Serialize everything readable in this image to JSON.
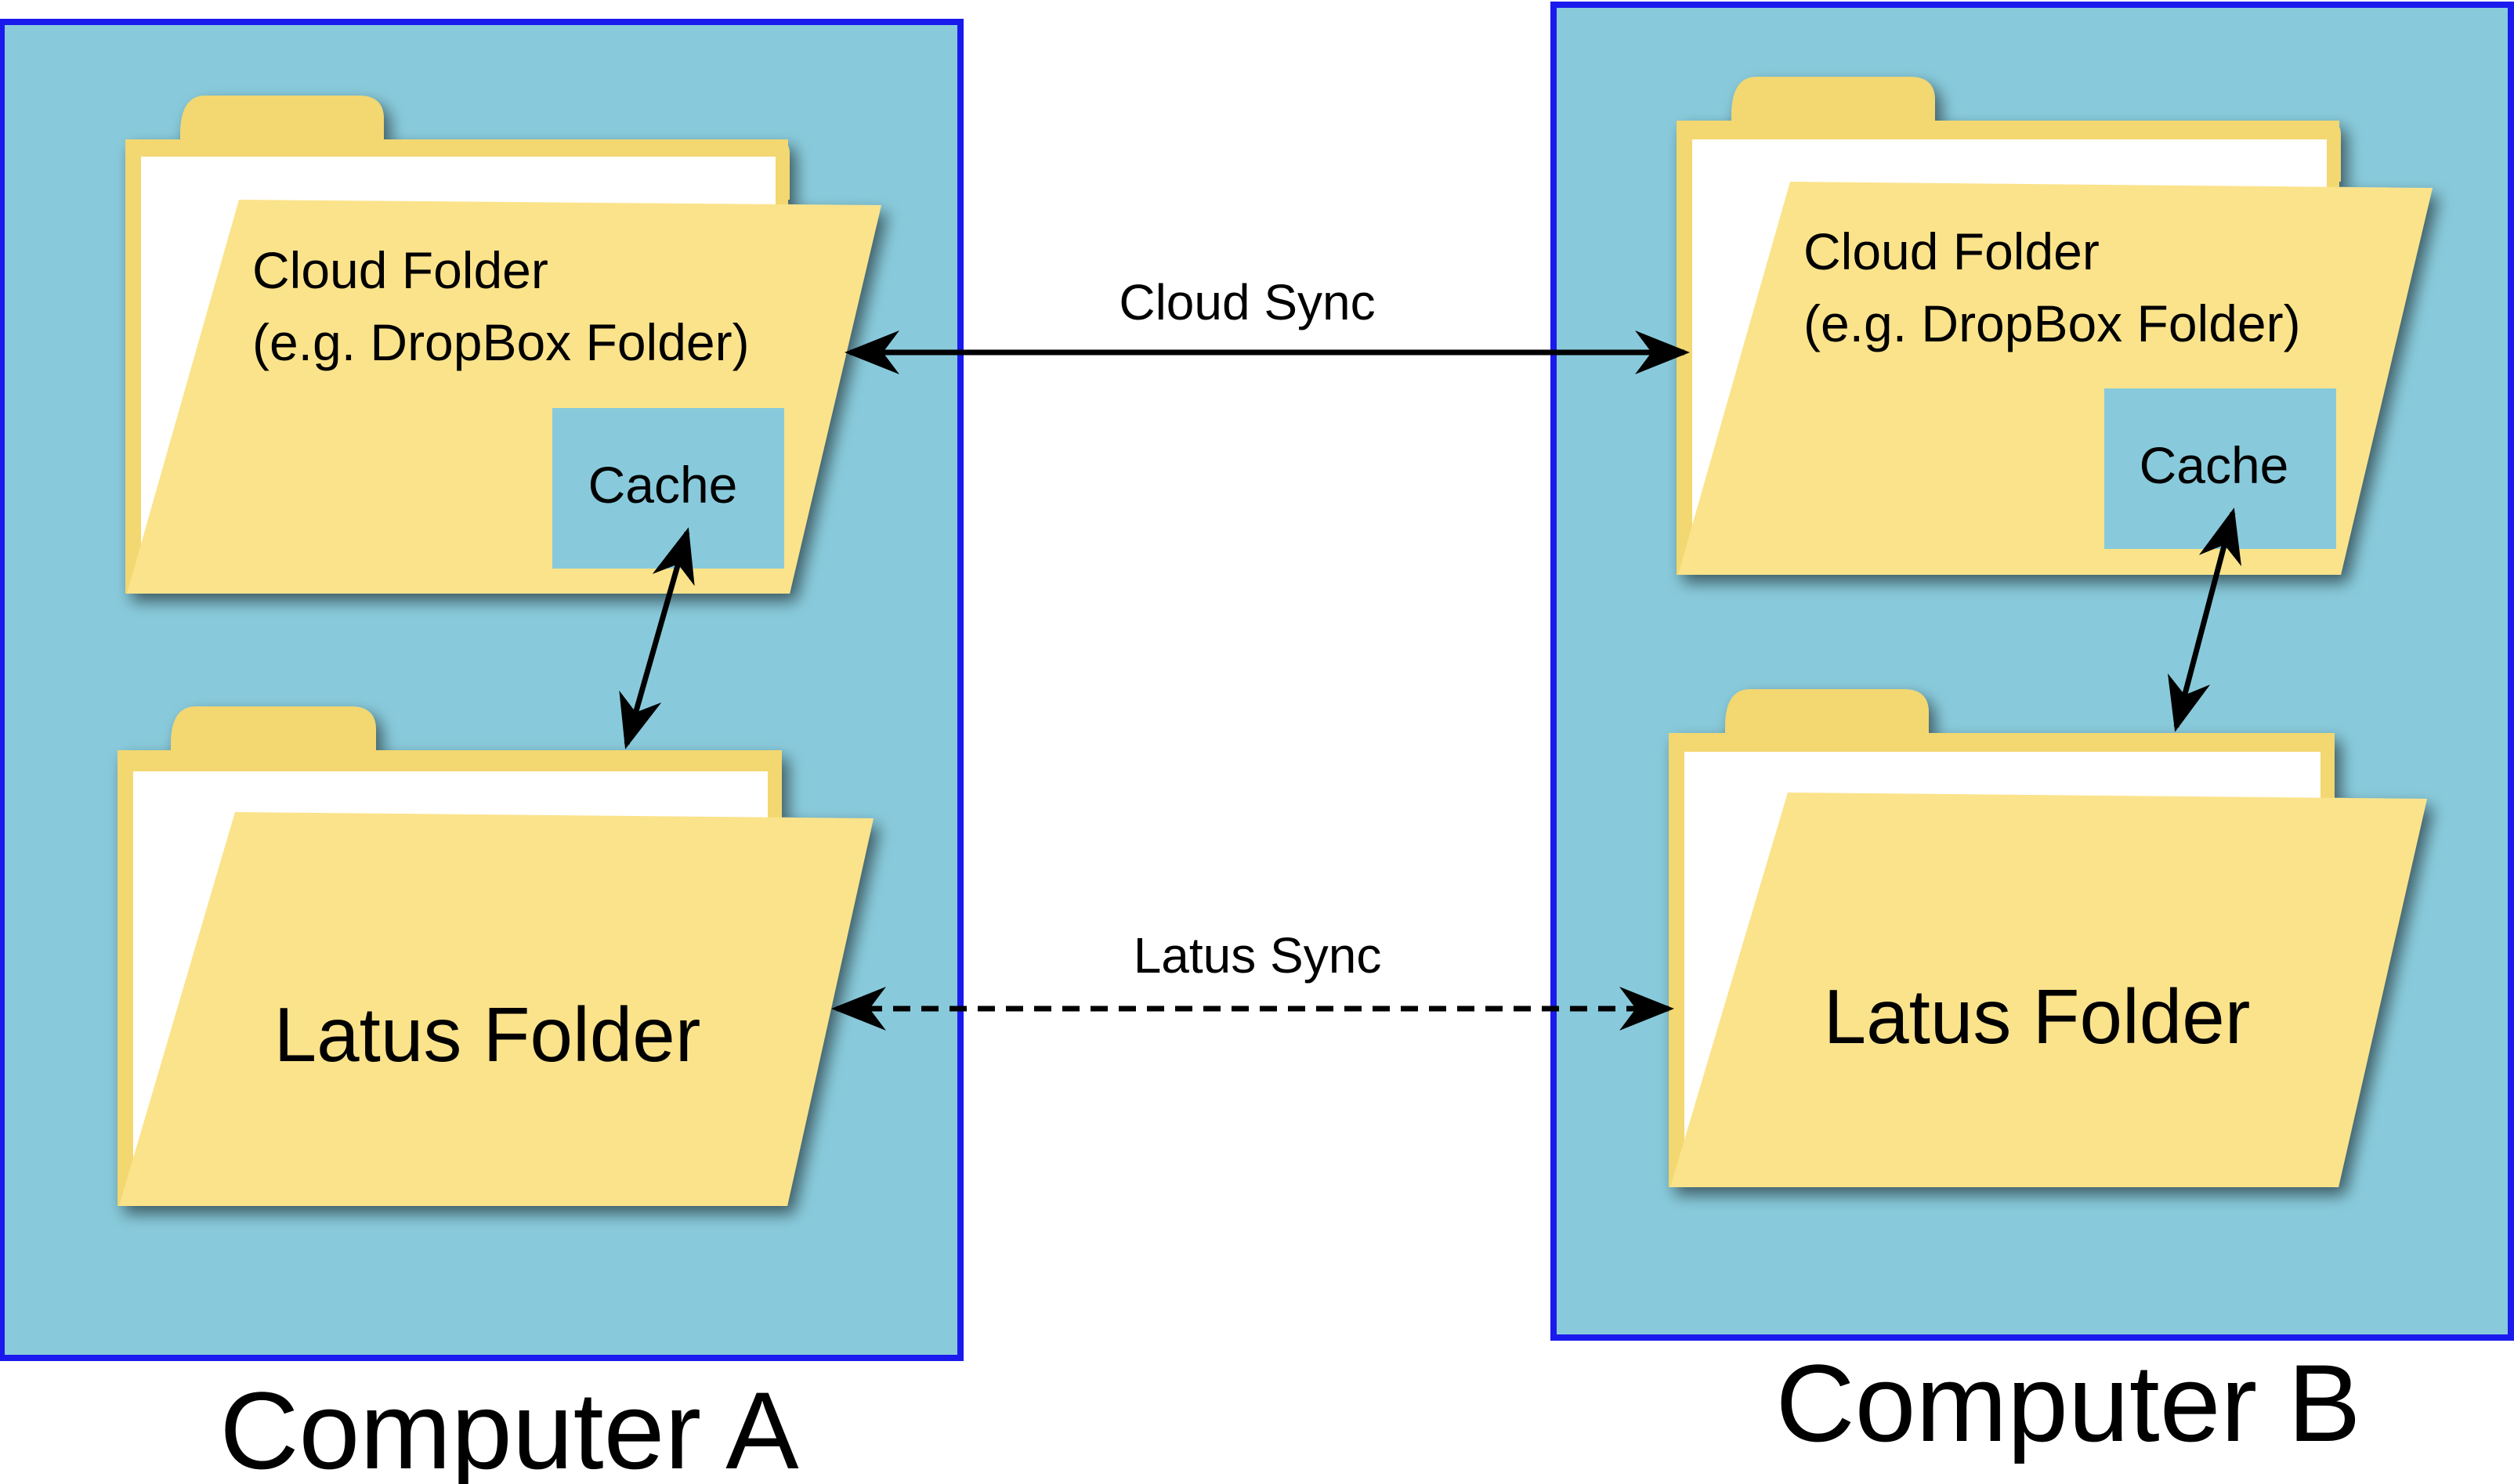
{
  "computers": [
    {
      "label": "Computer A",
      "cloud_folder_line1": "Cloud Folder",
      "cloud_folder_line2": "(e.g. DropBox Folder)",
      "cache_label": "Cache",
      "latus_folder_label": "Latus Folder"
    },
    {
      "label": "Computer B",
      "cloud_folder_line1": "Cloud Folder",
      "cloud_folder_line2": "(e.g. DropBox Folder)",
      "cache_label": "Cache",
      "latus_folder_label": "Latus Folder"
    }
  ],
  "connections": {
    "cloud_sync_label": "Cloud Sync",
    "latus_sync_label": "Latus Sync"
  },
  "colors": {
    "computer_fill": "#88cadb",
    "computer_border": "#1a1aee",
    "folder_fill": "#fbe38b",
    "folder_tab": "#f3d771",
    "paper": "#ffffff",
    "cache_fill": "#88cadb",
    "arrow": "#000000"
  }
}
